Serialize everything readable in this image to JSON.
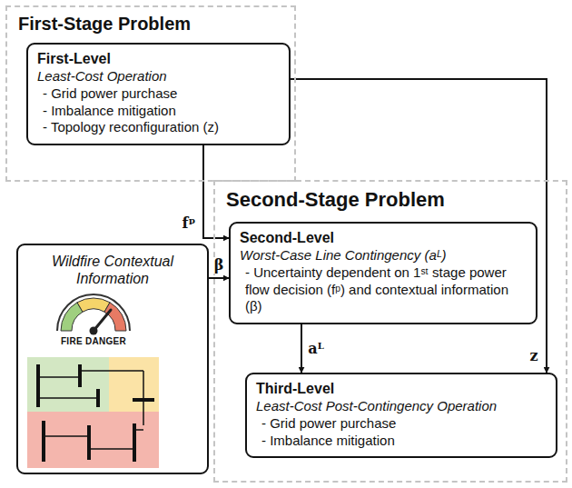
{
  "diagram": {
    "nodes": [
      {
        "text": [
          "First-Stage Problem"
        ]
      },
      {
        "text": [
          "First-Level",
          "Least-Cost Operation",
          "- Grid power purchase",
          "- Imbalance mitigation",
          "- Topology reconfiguration (z)"
        ],
        "in": 0
      },
      {
        "text": [
          "Second-Stage Problem"
        ]
      },
      {
        "text": [
          "Second-Level",
          "Worst-Case Line Contingency (aᴸ)",
          "- Uncertainty dependent on 1ˢᵗ stage power flow decision (fᵖ) and contextual information (β)"
        ],
        "in": 2
      },
      {
        "text": [
          "Third-Level",
          "Least-Cost Post-Contingency Operation",
          "- Grid power purchase",
          "- Imbalance mitigation"
        ],
        "in": 2
      },
      {
        "text": [
          "Wildfire Contextual Information",
          "FIRE DANGER"
        ]
      }
    ],
    "edges": [
      {
        "from": 1,
        "to": 3,
        "arrow": "to",
        "label": "fᵖ"
      },
      {
        "from": 1,
        "to": 4,
        "arrow": "to",
        "label": "z"
      },
      {
        "from": 5,
        "to": 3,
        "arrow": "to",
        "label": "β"
      },
      {
        "from": 3,
        "to": 4,
        "arrow": "to",
        "label": "aᴸ"
      }
    ]
  }
}
